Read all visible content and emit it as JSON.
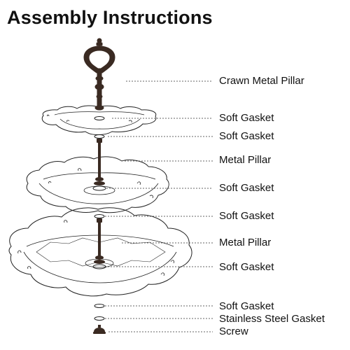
{
  "title": "Assembly Instructions",
  "parts": [
    {
      "id": "crown-metal-pillar",
      "label": "Crawn Metal Pillar"
    },
    {
      "id": "soft-gasket-1",
      "label": "Soft Gasket"
    },
    {
      "id": "soft-gasket-2",
      "label": "Soft Gasket"
    },
    {
      "id": "metal-pillar-1",
      "label": "Metal Pillar"
    },
    {
      "id": "soft-gasket-3",
      "label": "Soft Gasket"
    },
    {
      "id": "soft-gasket-4",
      "label": "Soft Gasket"
    },
    {
      "id": "metal-pillar-2",
      "label": "Metal Pillar"
    },
    {
      "id": "soft-gasket-5",
      "label": "Soft Gasket"
    },
    {
      "id": "soft-gasket-6",
      "label": "Soft Gasket"
    },
    {
      "id": "stainless-steel-gasket",
      "label": "Stainless Steel Gasket"
    },
    {
      "id": "screw",
      "label": "Screw"
    }
  ],
  "colors": {
    "line": "#222222",
    "metal": "#3a2a22",
    "leader": "#666666"
  }
}
